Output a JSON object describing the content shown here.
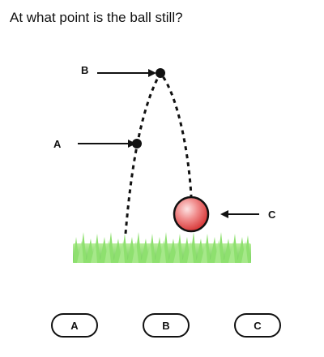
{
  "question": "At what point is the ball still?",
  "points": {
    "a_label": "A",
    "b_label": "B",
    "c_label": "C"
  },
  "colors": {
    "ball": "#e0393a",
    "grass": "#7fd36a",
    "path": "#111111"
  },
  "answers": {
    "a": "A",
    "b": "B",
    "c": "C"
  }
}
